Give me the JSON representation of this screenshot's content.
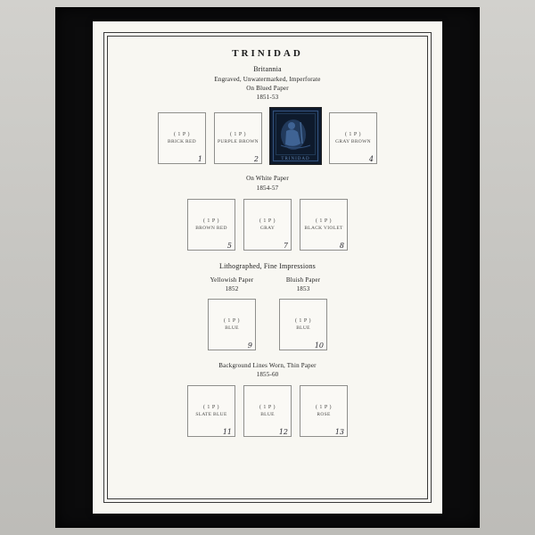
{
  "colors": {
    "page_background": "#f8f7f2",
    "mat_black": "#0b0b0c",
    "photo_border_gray": "#c9c8c4",
    "stamp_navy": "#0e1a2c",
    "stamp_figure_blue": "#3f6394"
  },
  "page": {
    "title": "TRINIDAD"
  },
  "sections": [
    {
      "header_lines": [
        "Britannia",
        "Engraved, Unwatermarked, Imperforate",
        "On Blued Paper",
        "1851-53"
      ],
      "boxes": [
        {
          "denom": "( 1 P )",
          "color": "BRICK RED",
          "number": "1"
        },
        {
          "denom": "( 1 P )",
          "color": "PURPLE BROWN",
          "number": "2"
        },
        {
          "type": "stamp",
          "stamp_label": "TRINIDAD"
        },
        {
          "denom": "( 1 P )",
          "color": "GRAY BROWN",
          "number": "4"
        }
      ]
    },
    {
      "header_lines": [
        "On White Paper",
        "1854-57"
      ],
      "boxes": [
        {
          "denom": "( 1 P )",
          "color": "BROWN RED",
          "number": "5"
        },
        {
          "denom": "( 1 P )",
          "color": "GRAY",
          "number": "7"
        },
        {
          "denom": "( 1 P )",
          "color": "BLACK VIOLET",
          "number": "8"
        }
      ]
    },
    {
      "header_lines": [
        "Lithographed, Fine Impressions"
      ],
      "columns": [
        {
          "paper": "Yellowish Paper",
          "year": "1852",
          "box": {
            "denom": "( 1 P )",
            "color": "BLUE",
            "number": "9"
          }
        },
        {
          "paper": "Bluish Paper",
          "year": "1853",
          "box": {
            "denom": "( 1 P )",
            "color": "BLUE",
            "number": "10"
          }
        }
      ]
    },
    {
      "header_lines": [
        "Background Lines Worn, Thin Paper",
        "1855-60"
      ],
      "boxes": [
        {
          "denom": "( 1 P )",
          "color": "SLATE BLUE",
          "number": "11"
        },
        {
          "denom": "( 1 P )",
          "color": "BLUE",
          "number": "12"
        },
        {
          "denom": "( 1 P )",
          "color": "ROSE",
          "number": "13"
        }
      ]
    }
  ]
}
